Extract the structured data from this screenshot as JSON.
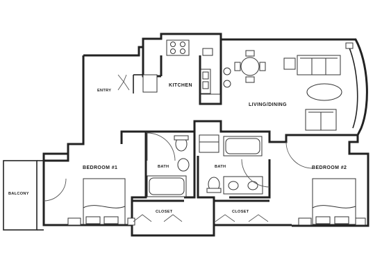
{
  "rooms": {
    "entry": "ENTRY",
    "kitchen": "KITCHEN",
    "living_dining": "LIVING/DINING",
    "bedroom1": "BEDROOM #1",
    "bedroom2": "BEDROOM #2",
    "bath1": "BATH",
    "bath2": "BATH",
    "closet1": "CLOSET",
    "closet2": "CLOSET",
    "balcony": "BALCONY"
  }
}
